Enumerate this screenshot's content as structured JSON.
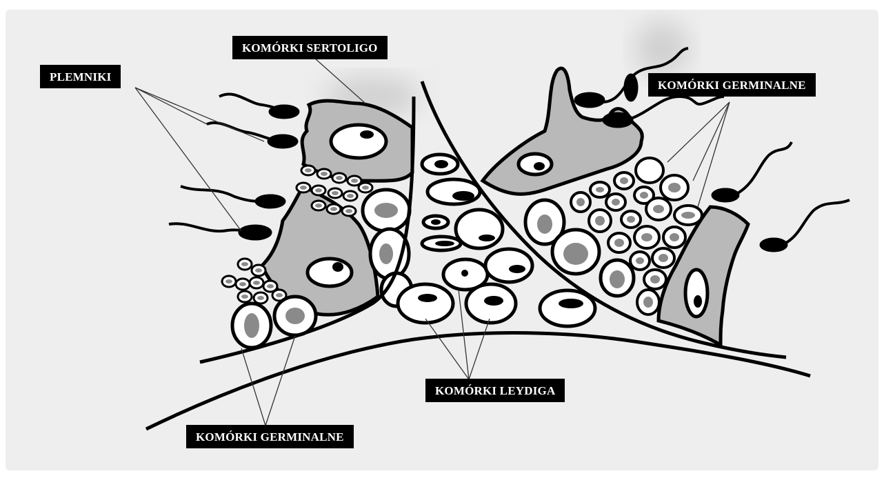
{
  "labels": {
    "sperm": "PLEMNIKI",
    "sertoli": "KOMÓRKI SERTOLIGO",
    "germinal_top": "KOMÓRKI GERMINALNE",
    "leydig": "KOMÓRKI LEYDIGA",
    "germinal_bottom": "KOMÓRKI GERMINALNE"
  },
  "colors": {
    "background": "#ffffff",
    "backdrop": "#eeeeee",
    "sertoli_fill": "#b9b9b9",
    "nucleus_fill": "#8a8a8a",
    "outline": "#000000",
    "label_bg": "#000000",
    "label_text": "#ffffff"
  }
}
